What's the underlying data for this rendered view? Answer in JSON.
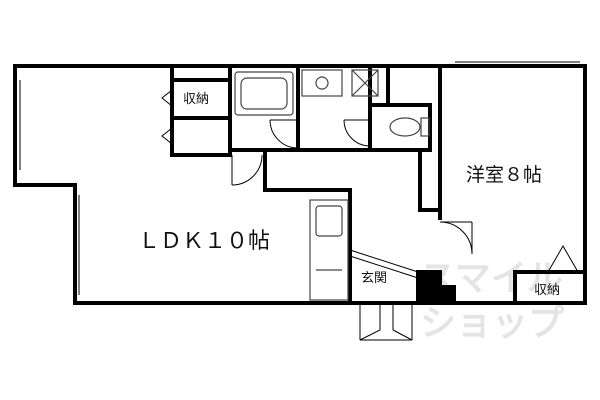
{
  "rooms": {
    "ldk": "ＬＤＫ１０帖",
    "western_room": "洋室８帖",
    "entrance": "玄関",
    "storage_ldk": "収納",
    "storage_room": "収納"
  },
  "watermark": {
    "line1": "スマイル",
    "line2": "ショップ"
  },
  "colors": {
    "wall": "#000000",
    "fixture": "#888888",
    "watermark": "#cfcfcf",
    "background": "#ffffff"
  }
}
